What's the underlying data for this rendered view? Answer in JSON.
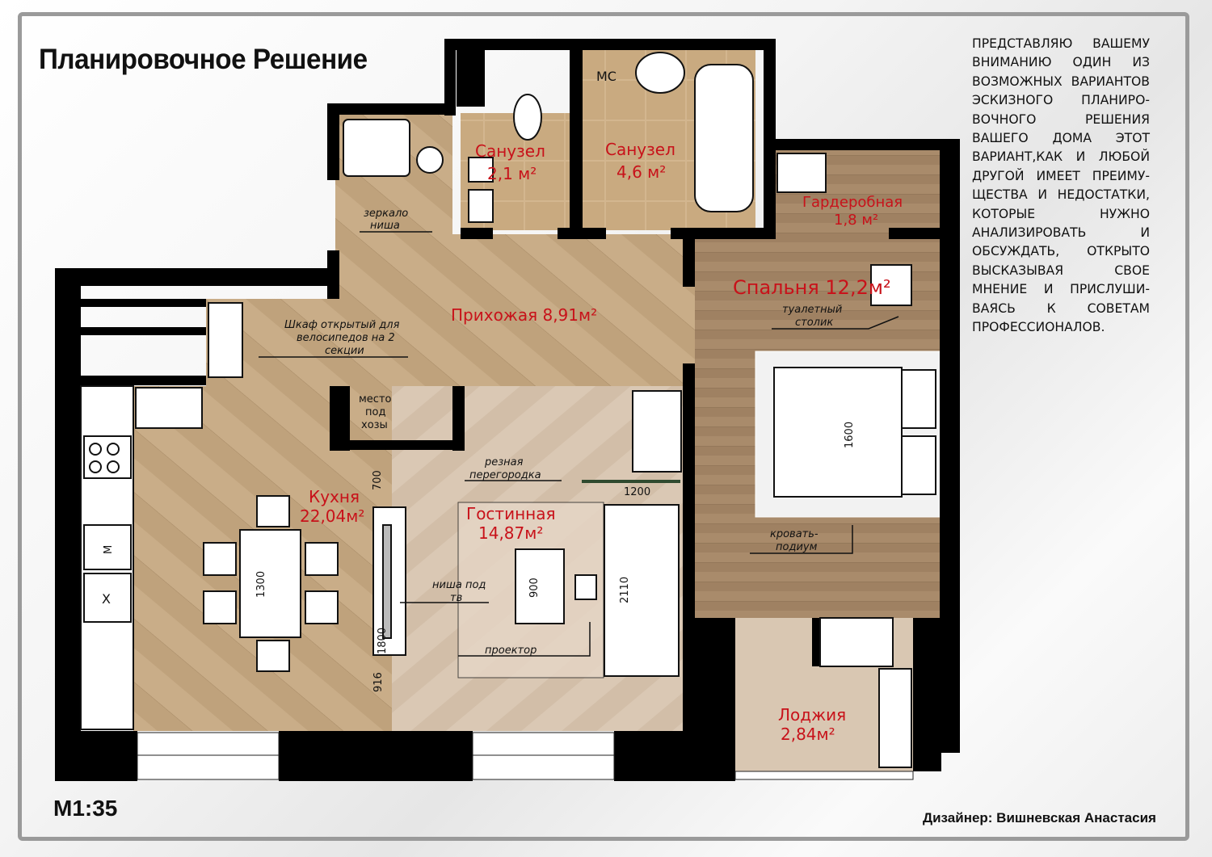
{
  "title": "Планировочное Решение",
  "scale": "М1:35",
  "designer": "Дизайнер: Вишневская Анастасия",
  "intro_lines": [
    "ПРЕДСТАВЛЯЮ ВАШЕМУ",
    "ВНИМАНИЮ ОДИН ИЗ",
    "ВОЗМОЖНЫХ ВАРИАНТОВ",
    "ЭСКИЗНОГО ПЛАНИРО-",
    "ВОЧНОГО РЕШЕНИЯ",
    "ВАШЕГО ДОМА ЭТОТ",
    "ВАРИАНТ,КАК И ЛЮБОЙ",
    "ДРУГОЙ ИМЕЕТ ПРЕИМУ-",
    "ЩЕСТВА И НЕДОСТАТКИ,",
    "КОТОРЫЕ НУЖНО",
    "АНАЛИЗИРОВАТЬ И",
    "ОБСУЖДАТЬ, ОТКРЫТО",
    "ВЫСКАЗЫВАЯ СВОЕ",
    "МНЕНИЕ И ПРИСЛУШИ-",
    "ВАЯСЬ К СОВЕТАМ",
    "ПРОФЕССИОНАЛОВ."
  ],
  "rooms": {
    "bath1": {
      "name": "Санузел",
      "area": "2,1 м²"
    },
    "bath2": {
      "name": "Санузел",
      "area": "4,6 м²"
    },
    "wardrobe": {
      "name": "Гардеробная",
      "area": "1,8 м²"
    },
    "hallway": {
      "label": "Прихожая 8,91м²"
    },
    "bedroom": {
      "label": "Спальня 12,2м²"
    },
    "kitchen": {
      "name": "Кухня",
      "area": "22,04м²"
    },
    "living": {
      "name": "Гостинная",
      "area": "14,87м²"
    },
    "loggia": {
      "name": "Лоджия",
      "area": "2,84м²"
    }
  },
  "notes": {
    "mirror": [
      "зеркало",
      "ниша"
    ],
    "bike": [
      "Шкаф открытый для",
      "велосипедов на 2",
      "секции"
    ],
    "storage": [
      "место",
      "под",
      "хозы"
    ],
    "partition": [
      "резная",
      "перегородка"
    ],
    "tv": [
      "ниша под",
      "тв"
    ],
    "projector": "проектор",
    "vanity": [
      "туалетный",
      "столик"
    ],
    "podium": [
      "кровать-",
      "подиум"
    ],
    "mc": "МС",
    "fridge": "Х",
    "microwave": "М"
  },
  "dimensions": [
    "700",
    "1800",
    "916",
    "1300",
    "900",
    "2110",
    "1200",
    "1600"
  ],
  "colors": {
    "label": "#c8121a",
    "wall": "#000000",
    "hall_floor": "#c9ad88",
    "living_floor": "#dac8b4",
    "bed_floor": "#a98b6b",
    "tile": "#d3b68f"
  }
}
